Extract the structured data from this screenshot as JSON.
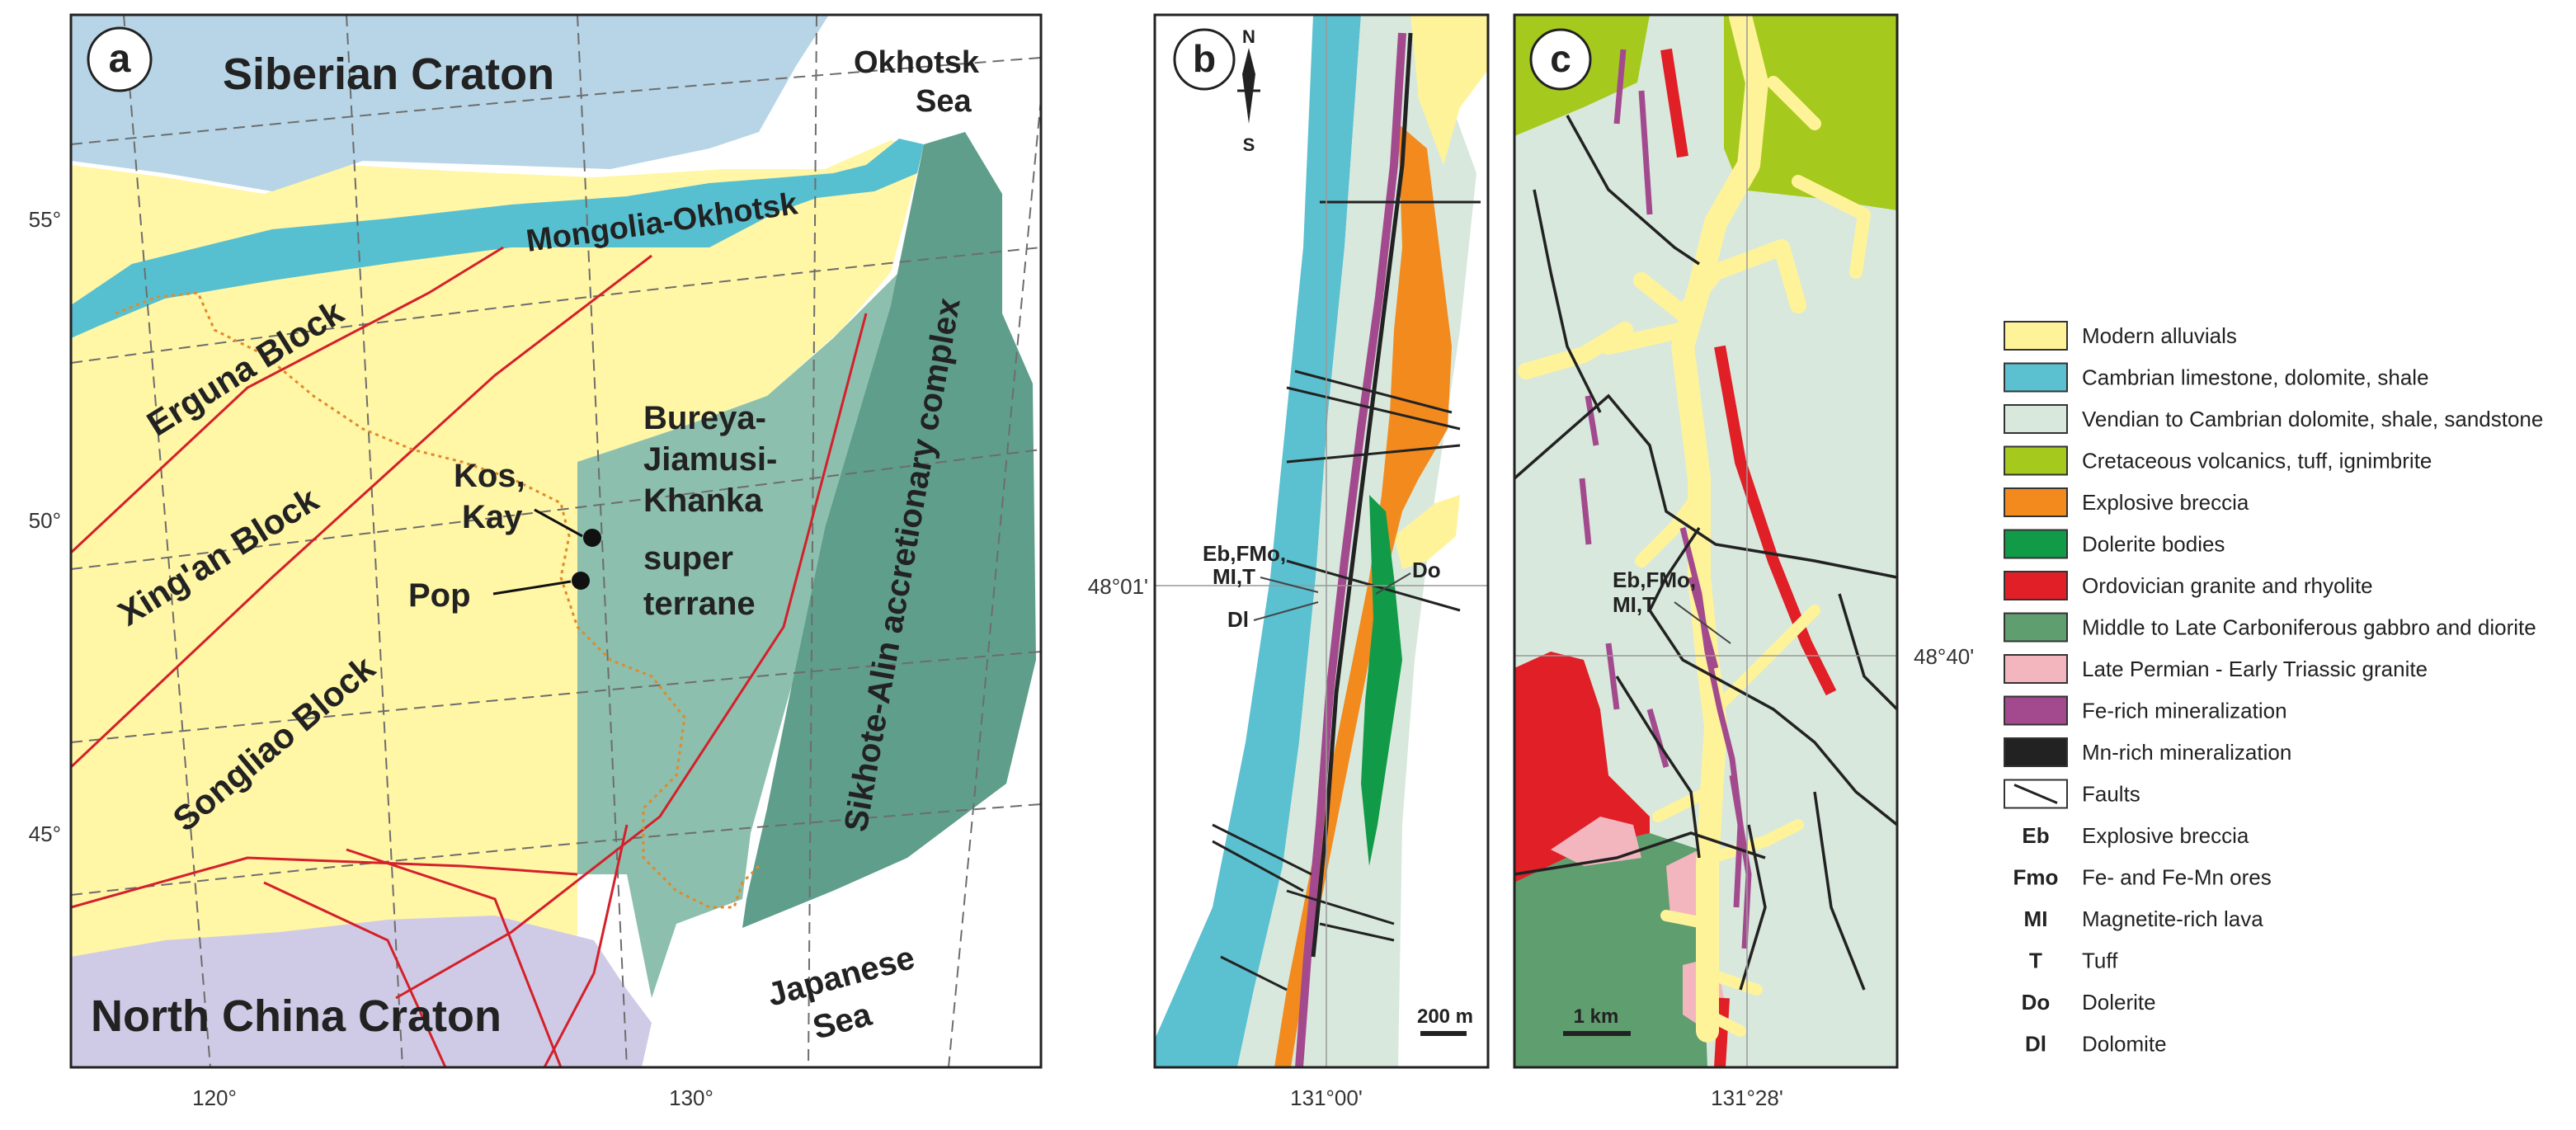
{
  "panel_a": {
    "letter": "a",
    "labels": {
      "siberian_craton": "Siberian Craton",
      "okhotsk_sea_1": "Okhotsk",
      "okhotsk_sea_2": "Sea",
      "mongolia_okhotsk": "Mongolia-Okhotsk",
      "erguna_block": "Erguna Block",
      "xingan_block": "Xing'an Block",
      "songliao_block": "Songliao Block",
      "bureya_1": "Bureya-",
      "bureya_2": "Jiamusi-",
      "bureya_3": "Khanka",
      "bureya_4": "super",
      "bureya_5": "terrane",
      "sikhote_alin": "Sikhote-Alin accretionary complex",
      "kos_kay_1": "Kos,",
      "kos_kay_2": "Kay",
      "pop": "Pop",
      "north_china_craton": "North China Craton",
      "japanese_sea_1": "Japanese",
      "japanese_sea_2": "Sea"
    },
    "lat_ticks": [
      "55°",
      "50°",
      "45°"
    ],
    "lon_ticks": [
      "120°",
      "130°"
    ]
  },
  "panel_b": {
    "letter": "b",
    "north": "N",
    "south": "S",
    "label_eb": "Eb,FMo,",
    "label_mi": "MI,T",
    "label_dl": "Dl",
    "label_do": "Do",
    "scale": "200 m",
    "lat_tick": "48°01'",
    "lon_tick": "131°00'"
  },
  "panel_c": {
    "letter": "c",
    "label_eb": "Eb,FMo,",
    "label_mi": "MI,T",
    "scale": "1 km",
    "lat_tick": "48°40'",
    "lon_tick": "131°28'"
  },
  "legend": {
    "items": [
      {
        "label": "Modern alluvials",
        "color": "#fff39a"
      },
      {
        "label": "Cambrian limestone, dolomite, shale",
        "color": "#5bc0d0"
      },
      {
        "label": "Vendian to Cambrian dolomite, shale, sandstone",
        "color": "#d8e8dc"
      },
      {
        "label": "Cretaceous volcanics, tuff, ignimbrite",
        "color": "#a6c91e"
      },
      {
        "label": "Explosive breccia",
        "color": "#f28a1e"
      },
      {
        "label": "Dolerite bodies",
        "color": "#119a48"
      },
      {
        "label": "Ordovician granite and rhyolite",
        "color": "#e01f26"
      },
      {
        "label": "Middle to Late Carboniferous gabbro and diorite",
        "color": "#5f9e6e"
      },
      {
        "label": "Late Permian - Early Triassic granite",
        "color": "#f3b6bf"
      },
      {
        "label": "Fe-rich mineralization",
        "color": "#a34a8f"
      },
      {
        "label": "Mn-rich mineralization",
        "color": "#222222"
      },
      {
        "label": "Faults",
        "color": "#ffffff"
      }
    ],
    "abbrevs": [
      {
        "code": "Eb",
        "label": "Explosive breccia"
      },
      {
        "code": "Fmo",
        "label": "Fe- and Fe-Mn ores"
      },
      {
        "code": "MI",
        "label": "Magnetite-rich lava"
      },
      {
        "code": "T",
        "label": "Tuff"
      },
      {
        "code": "Do",
        "label": "Dolerite"
      },
      {
        "code": "Dl",
        "label": "Dolomite"
      }
    ]
  }
}
